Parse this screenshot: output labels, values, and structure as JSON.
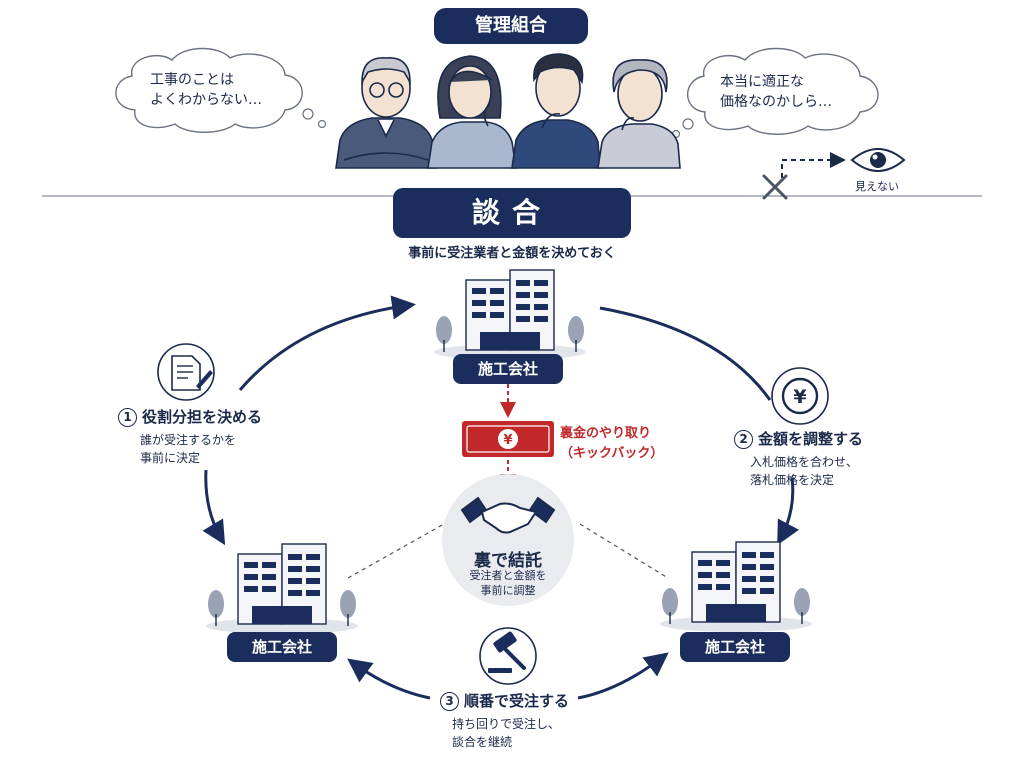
{
  "header": {
    "title": "管理組合",
    "thought_left": [
      "工事のことは",
      "よくわからない…"
    ],
    "thought_right": [
      "本当に適正な",
      "価格なのかしら…"
    ],
    "hidden_label": "見えない"
  },
  "center": {
    "title": "談合",
    "subtitle": "事前に受注業者と金額を決めておく",
    "kickback": [
      "裏金のやり取り",
      "（キックバック）"
    ],
    "collusion_title": "裏で結託",
    "collusion_desc": [
      "受注者と金額を",
      "事前に調整"
    ]
  },
  "companies": {
    "top": "施工会社",
    "left": "施工会社",
    "right": "施工会社"
  },
  "steps": [
    {
      "num": "1",
      "title": "役割分担を決める",
      "desc": [
        "誰が受注するかを",
        "事前に決定"
      ]
    },
    {
      "num": "2",
      "title": "金額を調整する",
      "desc": [
        "入札価格を合わせ、",
        "落札価格を決定"
      ]
    },
    {
      "num": "3",
      "title": "順番で受注する",
      "desc": [
        "持ち回りで受注し、",
        "談合を継続"
      ]
    }
  ],
  "colors": {
    "navy": "#1b2d5c",
    "red": "#c0282a",
    "gray": "#e9ebef"
  },
  "icons": [
    "document-pen-icon",
    "yen-coin-icon",
    "gavel-icon",
    "eye-icon",
    "cross-icon",
    "handshake-icon",
    "banknote-icon",
    "building-icon"
  ]
}
